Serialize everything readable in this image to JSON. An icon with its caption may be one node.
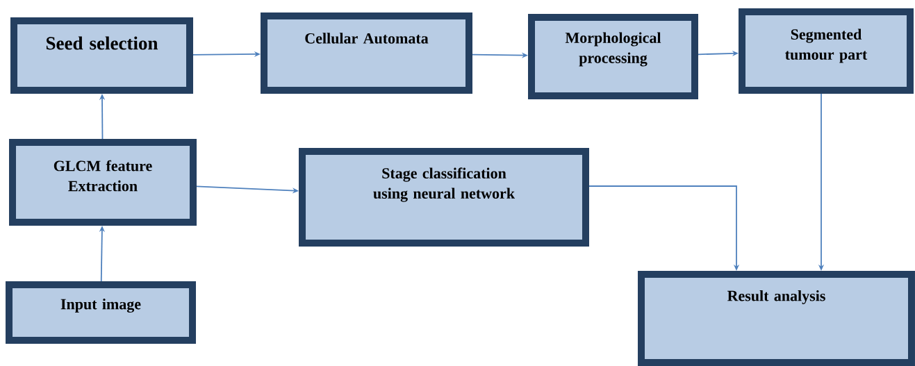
{
  "diagram": {
    "nodes": [
      {
        "text": [
          "Seed selection"
        ]
      },
      {
        "text": [
          "Cellular Automata"
        ]
      },
      {
        "text": [
          "Morphological processing"
        ]
      },
      {
        "text": [
          "Segmented tumour part"
        ]
      },
      {
        "text": [
          "GLCM feature Extraction"
        ]
      },
      {
        "text": [
          "Stage classification using neural network"
        ]
      },
      {
        "text": [
          "Input image"
        ]
      },
      {
        "text": [
          "Result analysis"
        ]
      }
    ],
    "edges": [
      {
        "from": 0,
        "to": 1,
        "arrow": "to"
      },
      {
        "from": 1,
        "to": 2,
        "arrow": "to"
      },
      {
        "from": 2,
        "to": 3,
        "arrow": "to"
      },
      {
        "from": 4,
        "to": 0,
        "arrow": "to"
      },
      {
        "from": 6,
        "to": 4,
        "arrow": "to"
      },
      {
        "from": 4,
        "to": 5,
        "arrow": "to"
      },
      {
        "from": 5,
        "to": 7,
        "arrow": "to"
      },
      {
        "from": 3,
        "to": 7,
        "arrow": "to"
      }
    ]
  }
}
